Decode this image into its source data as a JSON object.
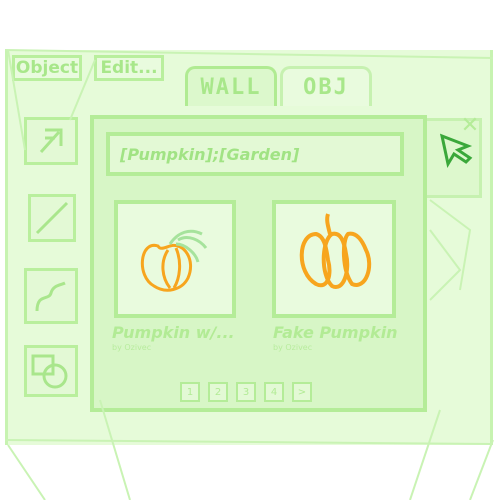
{
  "menu": {
    "object_label": "Object",
    "edit_label": "Edit..."
  },
  "tabs": [
    {
      "label": "WALL"
    },
    {
      "label": "OBJ"
    }
  ],
  "search": {
    "value": "[Pumpkin];[Garden]"
  },
  "items": [
    {
      "title": "Pumpkin w/...",
      "author": "by Ozivec"
    },
    {
      "title": "Fake Pumpkin",
      "author": "by Ozivec"
    }
  ],
  "pagination": {
    "pages": [
      "1",
      "2",
      "3",
      "4"
    ],
    "next_label": ">"
  },
  "colors": {
    "panel": "#e6fbd9",
    "stroke": "#b9ef9d",
    "pumpkin": "#f7a51e",
    "stem": "#a6e39c",
    "cursor": "#3aa83a"
  }
}
